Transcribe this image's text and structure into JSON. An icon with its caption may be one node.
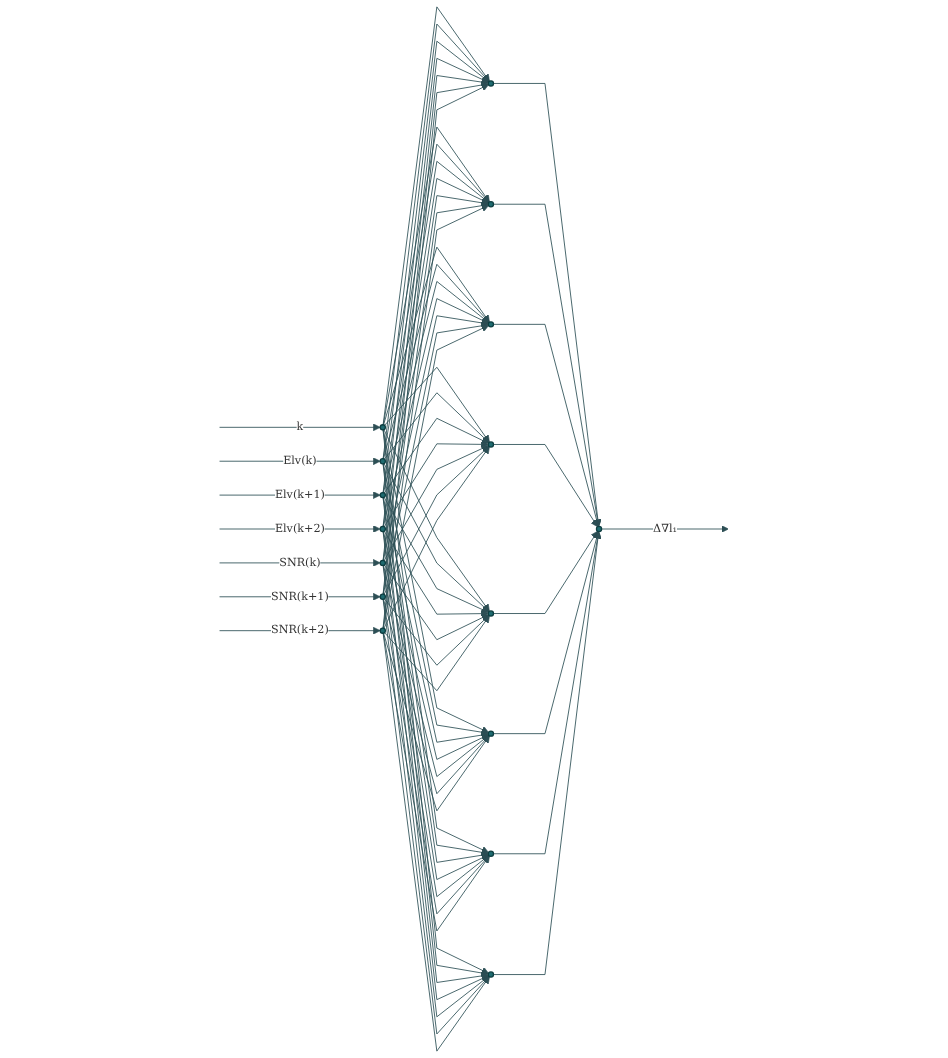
{
  "diagram": {
    "nodes": [
      {
        "text": [],
        "shape": "circle"
      },
      {
        "text": [],
        "shape": "circle"
      },
      {
        "text": [],
        "shape": "circle"
      },
      {
        "text": [],
        "shape": "circle"
      },
      {
        "text": [],
        "shape": "circle"
      },
      {
        "text": [],
        "shape": "circle"
      },
      {
        "text": [],
        "shape": "circle"
      },
      {
        "text": [],
        "shape": "circle"
      },
      {
        "text": [],
        "shape": "circle"
      },
      {
        "text": [],
        "shape": "circle"
      },
      {
        "text": [],
        "shape": "circle"
      },
      {
        "text": [],
        "shape": "circle"
      },
      {
        "text": [],
        "shape": "circle"
      },
      {
        "text": [],
        "shape": "circle"
      },
      {
        "text": [],
        "shape": "circle"
      },
      {
        "text": [],
        "shape": "circle"
      }
    ],
    "edges": [
      {
        "from": null,
        "to": 0,
        "arrow": "to",
        "label": "k"
      },
      {
        "from": null,
        "to": 1,
        "arrow": "to",
        "label": "Elv(k)"
      },
      {
        "from": null,
        "to": 2,
        "arrow": "to",
        "label": "Elv(k+1)"
      },
      {
        "from": null,
        "to": 3,
        "arrow": "to",
        "label": "Elv(k+2)"
      },
      {
        "from": null,
        "to": 4,
        "arrow": "to",
        "label": "SNR(k)"
      },
      {
        "from": null,
        "to": 5,
        "arrow": "to",
        "label": "SNR(k+1)"
      },
      {
        "from": null,
        "to": 6,
        "arrow": "to",
        "label": "SNR(k+2)"
      },
      {
        "from": 0,
        "to": 7,
        "arrow": "to"
      },
      {
        "from": 0,
        "to": 8,
        "arrow": "to"
      },
      {
        "from": 0,
        "to": 9,
        "arrow": "to"
      },
      {
        "from": 0,
        "to": 10,
        "arrow": "to"
      },
      {
        "from": 0,
        "to": 11,
        "arrow": "to"
      },
      {
        "from": 0,
        "to": 12,
        "arrow": "to"
      },
      {
        "from": 0,
        "to": 13,
        "arrow": "to"
      },
      {
        "from": 0,
        "to": 14,
        "arrow": "to"
      },
      {
        "from": 1,
        "to": 7,
        "arrow": "to"
      },
      {
        "from": 1,
        "to": 8,
        "arrow": "to"
      },
      {
        "from": 1,
        "to": 9,
        "arrow": "to"
      },
      {
        "from": 1,
        "to": 10,
        "arrow": "to"
      },
      {
        "from": 1,
        "to": 11,
        "arrow": "to"
      },
      {
        "from": 1,
        "to": 12,
        "arrow": "to"
      },
      {
        "from": 1,
        "to": 13,
        "arrow": "to"
      },
      {
        "from": 1,
        "to": 14,
        "arrow": "to"
      },
      {
        "from": 2,
        "to": 7,
        "arrow": "to"
      },
      {
        "from": 2,
        "to": 8,
        "arrow": "to"
      },
      {
        "from": 2,
        "to": 9,
        "arrow": "to"
      },
      {
        "from": 2,
        "to": 10,
        "arrow": "to"
      },
      {
        "from": 2,
        "to": 11,
        "arrow": "to"
      },
      {
        "from": 2,
        "to": 12,
        "arrow": "to"
      },
      {
        "from": 2,
        "to": 13,
        "arrow": "to"
      },
      {
        "from": 2,
        "to": 14,
        "arrow": "to"
      },
      {
        "from": 3,
        "to": 7,
        "arrow": "to"
      },
      {
        "from": 3,
        "to": 8,
        "arrow": "to"
      },
      {
        "from": 3,
        "to": 9,
        "arrow": "to"
      },
      {
        "from": 3,
        "to": 10,
        "arrow": "to"
      },
      {
        "from": 3,
        "to": 11,
        "arrow": "to"
      },
      {
        "from": 3,
        "to": 12,
        "arrow": "to"
      },
      {
        "from": 3,
        "to": 13,
        "arrow": "to"
      },
      {
        "from": 3,
        "to": 14,
        "arrow": "to"
      },
      {
        "from": 4,
        "to": 7,
        "arrow": "to"
      },
      {
        "from": 4,
        "to": 8,
        "arrow": "to"
      },
      {
        "from": 4,
        "to": 9,
        "arrow": "to"
      },
      {
        "from": 4,
        "to": 10,
        "arrow": "to"
      },
      {
        "from": 4,
        "to": 11,
        "arrow": "to"
      },
      {
        "from": 4,
        "to": 12,
        "arrow": "to"
      },
      {
        "from": 4,
        "to": 13,
        "arrow": "to"
      },
      {
        "from": 4,
        "to": 14,
        "arrow": "to"
      },
      {
        "from": 5,
        "to": 7,
        "arrow": "to"
      },
      {
        "from": 5,
        "to": 8,
        "arrow": "to"
      },
      {
        "from": 5,
        "to": 9,
        "arrow": "to"
      },
      {
        "from": 5,
        "to": 10,
        "arrow": "to"
      },
      {
        "from": 5,
        "to": 11,
        "arrow": "to"
      },
      {
        "from": 5,
        "to": 12,
        "arrow": "to"
      },
      {
        "from": 5,
        "to": 13,
        "arrow": "to"
      },
      {
        "from": 5,
        "to": 14,
        "arrow": "to"
      },
      {
        "from": 6,
        "to": 7,
        "arrow": "to"
      },
      {
        "from": 6,
        "to": 8,
        "arrow": "to"
      },
      {
        "from": 6,
        "to": 9,
        "arrow": "to"
      },
      {
        "from": 6,
        "to": 10,
        "arrow": "to"
      },
      {
        "from": 6,
        "to": 11,
        "arrow": "to"
      },
      {
        "from": 6,
        "to": 12,
        "arrow": "to"
      },
      {
        "from": 6,
        "to": 13,
        "arrow": "to"
      },
      {
        "from": 6,
        "to": 14,
        "arrow": "to"
      },
      {
        "from": 7,
        "to": 15,
        "arrow": "to"
      },
      {
        "from": 8,
        "to": 15,
        "arrow": "to"
      },
      {
        "from": 9,
        "to": 15,
        "arrow": "to"
      },
      {
        "from": 10,
        "to": 15,
        "arrow": "to"
      },
      {
        "from": 11,
        "to": 15,
        "arrow": "to"
      },
      {
        "from": 12,
        "to": 15,
        "arrow": "to"
      },
      {
        "from": 13,
        "to": 15,
        "arrow": "to"
      },
      {
        "from": 14,
        "to": 15,
        "arrow": "to"
      },
      {
        "from": 15,
        "to": null,
        "arrow": "to",
        "label": "Δ∇l₁"
      }
    ]
  }
}
